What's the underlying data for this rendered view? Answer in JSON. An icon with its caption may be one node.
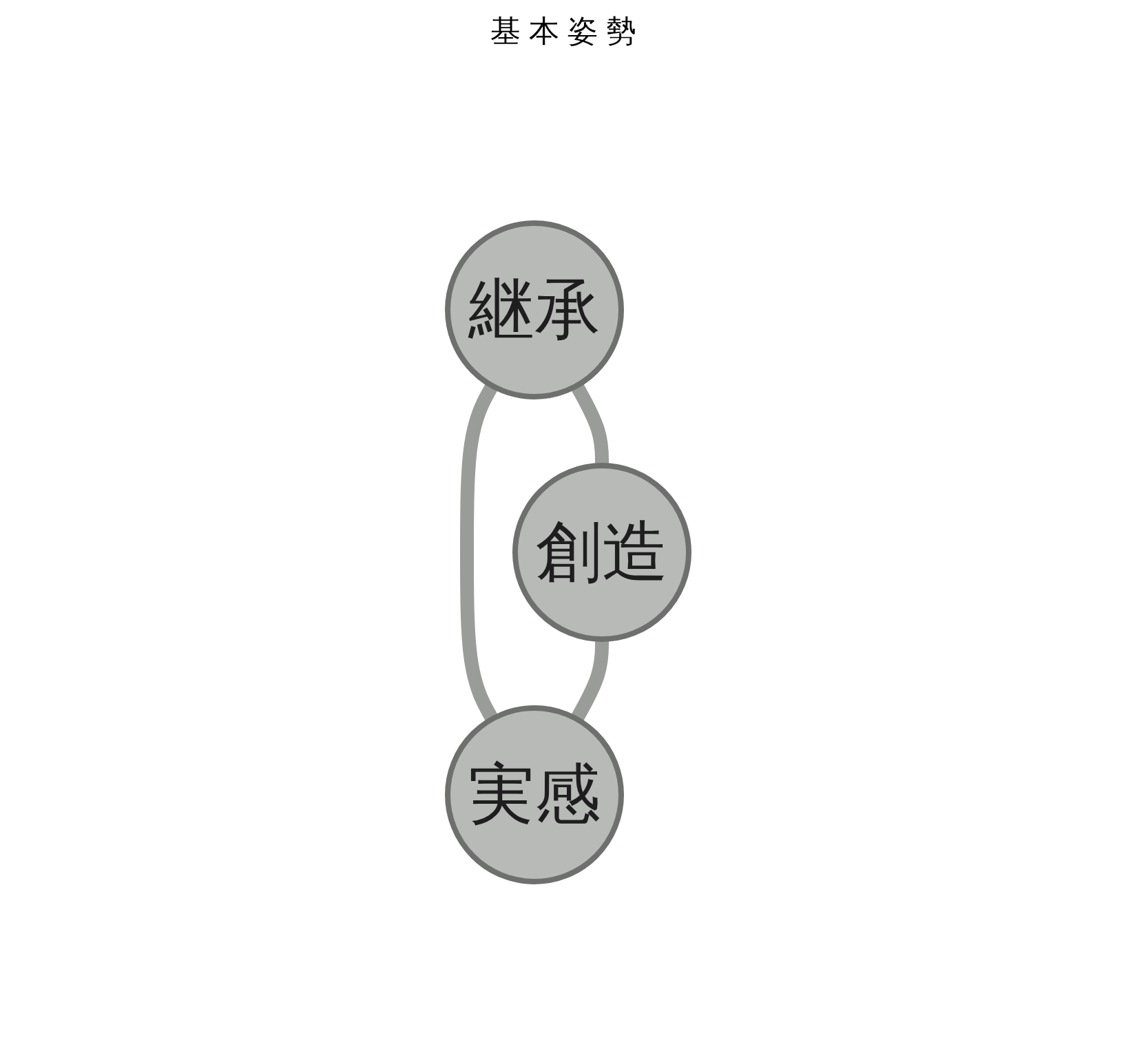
{
  "diagram": {
    "nodes": [
      {
        "text": [
          "継承"
        ]
      },
      {
        "text": [
          "創造"
        ]
      },
      {
        "text": [
          "実感"
        ]
      }
    ],
    "edges": [
      {
        "from": 0,
        "to": 1,
        "arrow": "none"
      },
      {
        "from": 0,
        "to": 2,
        "arrow": "none"
      },
      {
        "from": 1,
        "to": 2,
        "arrow": "none"
      }
    ],
    "labels": [
      "基本姿勢"
    ]
  }
}
